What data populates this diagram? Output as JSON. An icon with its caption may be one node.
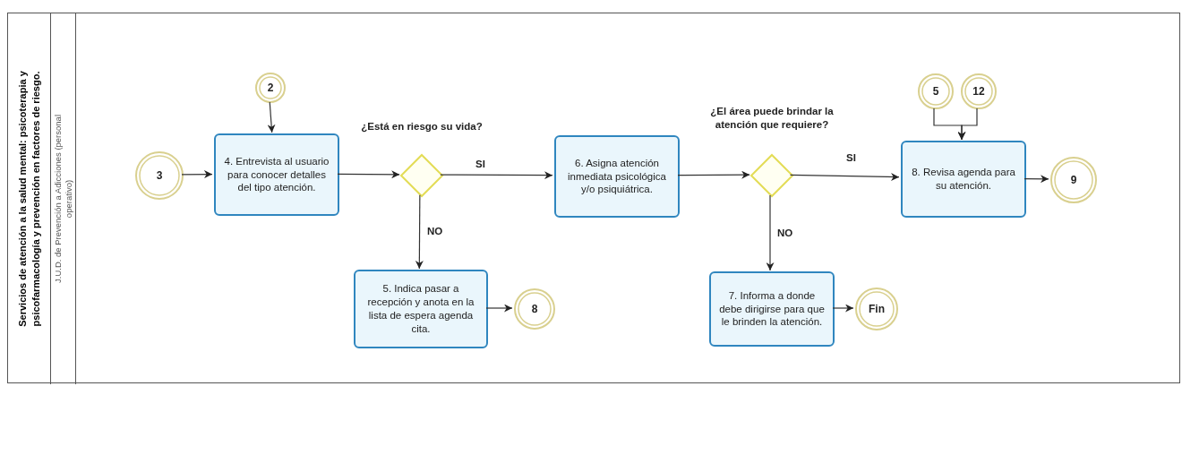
{
  "diagram": {
    "nodes": [
      {
        "text": [
          "Servicios de atención a la salud mental: psicoterapia y psicofarmacología y prevención en factores de riesgo."
        ]
      },
      {
        "text": [
          "J.U.D. de Prevención a Adicciones (personal operativo)"
        ],
        "in": 0
      },
      {
        "text": [
          "3"
        ],
        "in": 1
      },
      {
        "text": [
          "2"
        ],
        "in": 1
      },
      {
        "text": [
          "4. Entrevista al usuario para conocer detalles del tipo atención."
        ],
        "in": 1
      },
      {
        "text": [
          "¿Está en riesgo su vida?"
        ],
        "in": 1
      },
      {
        "text": [
          "5. Indica pasar a recepción y anota en la lista de espera agenda cita."
        ],
        "in": 1
      },
      {
        "text": [
          "8"
        ],
        "in": 1
      },
      {
        "text": [
          "6. Asigna atención inmediata psicológica y/o psiquiátrica."
        ],
        "in": 1
      },
      {
        "text": [
          "¿El área puede brindar la atención que requiere?"
        ],
        "in": 1
      },
      {
        "text": [
          "7. Informa a donde debe dirigirse para que le brinden la atención."
        ],
        "in": 1
      },
      {
        "text": [
          "Fin"
        ],
        "in": 1
      },
      {
        "text": [
          "5"
        ],
        "in": 1
      },
      {
        "text": [
          "12"
        ],
        "in": 1
      },
      {
        "text": [
          "8. Revisa agenda para su atención."
        ],
        "in": 1
      },
      {
        "text": [
          "9"
        ],
        "in": 1
      }
    ],
    "edges": [
      {
        "from": 2,
        "to": 4,
        "arrow": "to"
      },
      {
        "from": 3,
        "to": 4,
        "arrow": "to"
      },
      {
        "from": 4,
        "to": 5,
        "arrow": "to"
      },
      {
        "from": 5,
        "to": 8,
        "arrow": "to",
        "label": "SI"
      },
      {
        "from": 5,
        "to": 6,
        "arrow": "to",
        "label": "NO"
      },
      {
        "from": 6,
        "to": 7,
        "arrow": "to"
      },
      {
        "from": 8,
        "to": 9,
        "arrow": "to"
      },
      {
        "from": 9,
        "to": 14,
        "arrow": "to",
        "label": "SI"
      },
      {
        "from": 9,
        "to": 10,
        "arrow": "to",
        "label": "NO"
      },
      {
        "from": 10,
        "to": 11,
        "arrow": "to"
      },
      {
        "from": 12,
        "to": 14,
        "arrow": "to"
      },
      {
        "from": 13,
        "to": 14,
        "arrow": "to"
      },
      {
        "from": 14,
        "to": 15,
        "arrow": "to"
      }
    ]
  }
}
